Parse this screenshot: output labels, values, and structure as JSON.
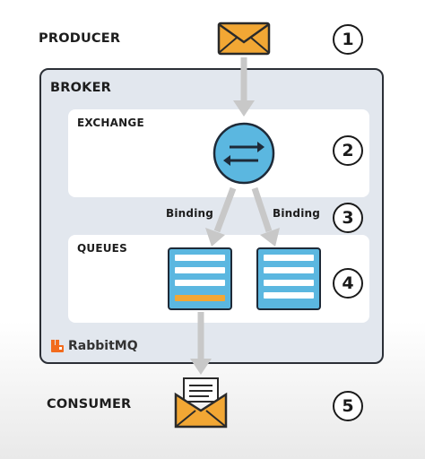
{
  "labels": {
    "producer": "PRODUCER",
    "broker": "BROKER",
    "exchange": "EXCHANGE",
    "queues": "QUEUES",
    "consumer": "CONSUMER",
    "binding_left": "Binding",
    "binding_right": "Binding",
    "brand": "RabbitMQ"
  },
  "steps": [
    "1",
    "2",
    "3",
    "4",
    "5"
  ],
  "colors": {
    "accent_blue": "#5bb7e0",
    "envelope": "#f2a734",
    "arrow": "#c8c8c8",
    "outline": "#1e2a38"
  },
  "icons": [
    "envelope-icon",
    "exchange-arrows-icon",
    "open-envelope-icon",
    "rabbitmq-logo-icon"
  ]
}
